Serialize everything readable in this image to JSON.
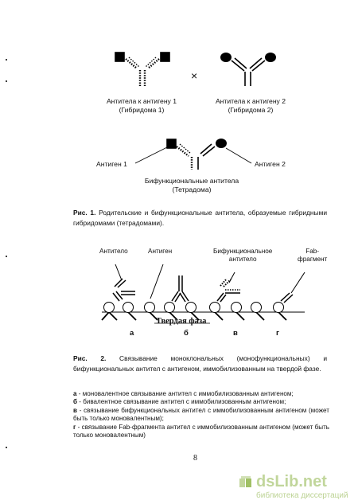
{
  "figure1": {
    "antibody1_line1": "Антитела к антигену 1",
    "antibody1_line2": "(Гибридома 1)",
    "antibody2_line1": "Антитела к антигену 2",
    "antibody2_line2": "(Гибридома 2)",
    "cross_symbol": "×",
    "antigen1_label": "Антиген 1",
    "antigen2_label": "Антиген 2",
    "bifunctional_line1": "Бифункциональные антитела",
    "bifunctional_line2": "(Тетрадома)",
    "caption_number": "Рис. 1.",
    "caption_text": "Родительские и бифункциональные антитела, образуемые гибридными гибридомами (тетрадомами)."
  },
  "figure2": {
    "label_antibody": "Антитело",
    "label_antigen": "Антиген",
    "label_bifunctional_line1": "Бифункциональное",
    "label_bifunctional_line2": "антитело",
    "label_fab_line1": "Fab-",
    "label_fab_line2": "фрагмент",
    "solid_phase_label": "Твердая фаза",
    "panel_a": "а",
    "panel_b": "б",
    "panel_v": "в",
    "panel_g": "г",
    "caption_number": "Рис. 2.",
    "caption_text": "Связывание моноклональных (монофункциональных) и бифункциональных антител с антигеном, иммобилизованным на твердой фазе.",
    "legend": [
      {
        "key": "а",
        "text": " - моновалентное связывание антител с иммобилизованным антигеном;"
      },
      {
        "key": "б",
        "text": " - бивалентное связывание антител с иммобилизованным антигеном;"
      },
      {
        "key": "в",
        "text": " - связывание бифункциональных антител с иммобилизованным антигеном (может быть только моновалентным);"
      },
      {
        "key": "г",
        "text": " - связывание Fab-фрагмента антител с иммобилизованным антигеном (может быть только моновалентным)"
      }
    ]
  },
  "page_number": "8",
  "watermark": {
    "logo_text": "dsLib.net",
    "subtitle": "библиотека диссертаций",
    "accent_color": "#8fb54a"
  }
}
